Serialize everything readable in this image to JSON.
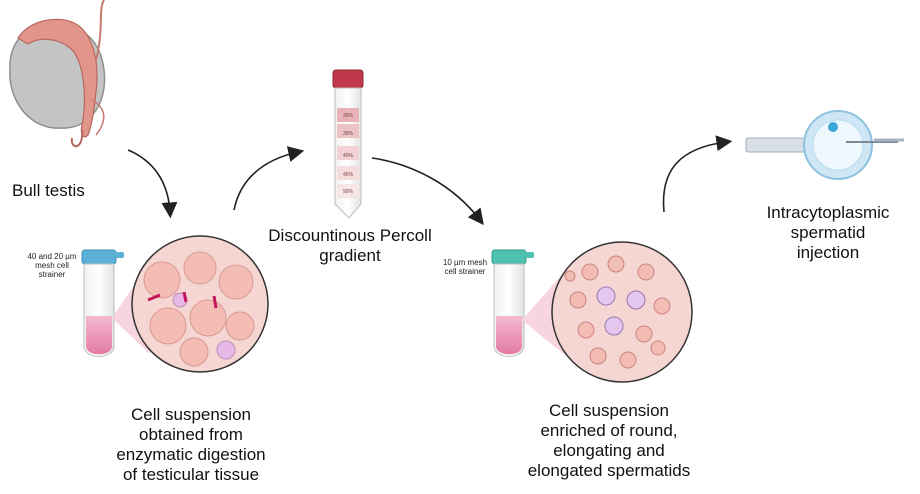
{
  "labels": {
    "bull_testis": "Bull testis",
    "strainer_40_20": [
      "40 and 20 µm",
      "mesh cell",
      "strainer"
    ],
    "cell_suspension_1": [
      "Cell suspension",
      "obtained from",
      "enzymatic digestion",
      "of testicular tissue"
    ],
    "percoll": [
      "Discountinous Percoll",
      "gradient"
    ],
    "strainer_10": [
      "10 µm mesh",
      "cell strainer"
    ],
    "cell_suspension_2": [
      "Cell suspension",
      "enriched of round,",
      "elongating and",
      "elongated spermatids"
    ],
    "icsi": [
      "Intracytoplasmic",
      "spermatid",
      "injection"
    ]
  },
  "percoll_layers": [
    "30%",
    "35%",
    "40%",
    "45%",
    "90%"
  ],
  "colors": {
    "testis_body": "#c9c9c9",
    "epididymis": "#e2958a",
    "tube_cap_red": "#c0394a",
    "strainer_blue": "#5ab0d6",
    "strainer_teal": "#4fc1b0",
    "suspension_pink": "#e58fb3",
    "magnified_circle": "#f6d6d2",
    "arrow": "#222222"
  }
}
